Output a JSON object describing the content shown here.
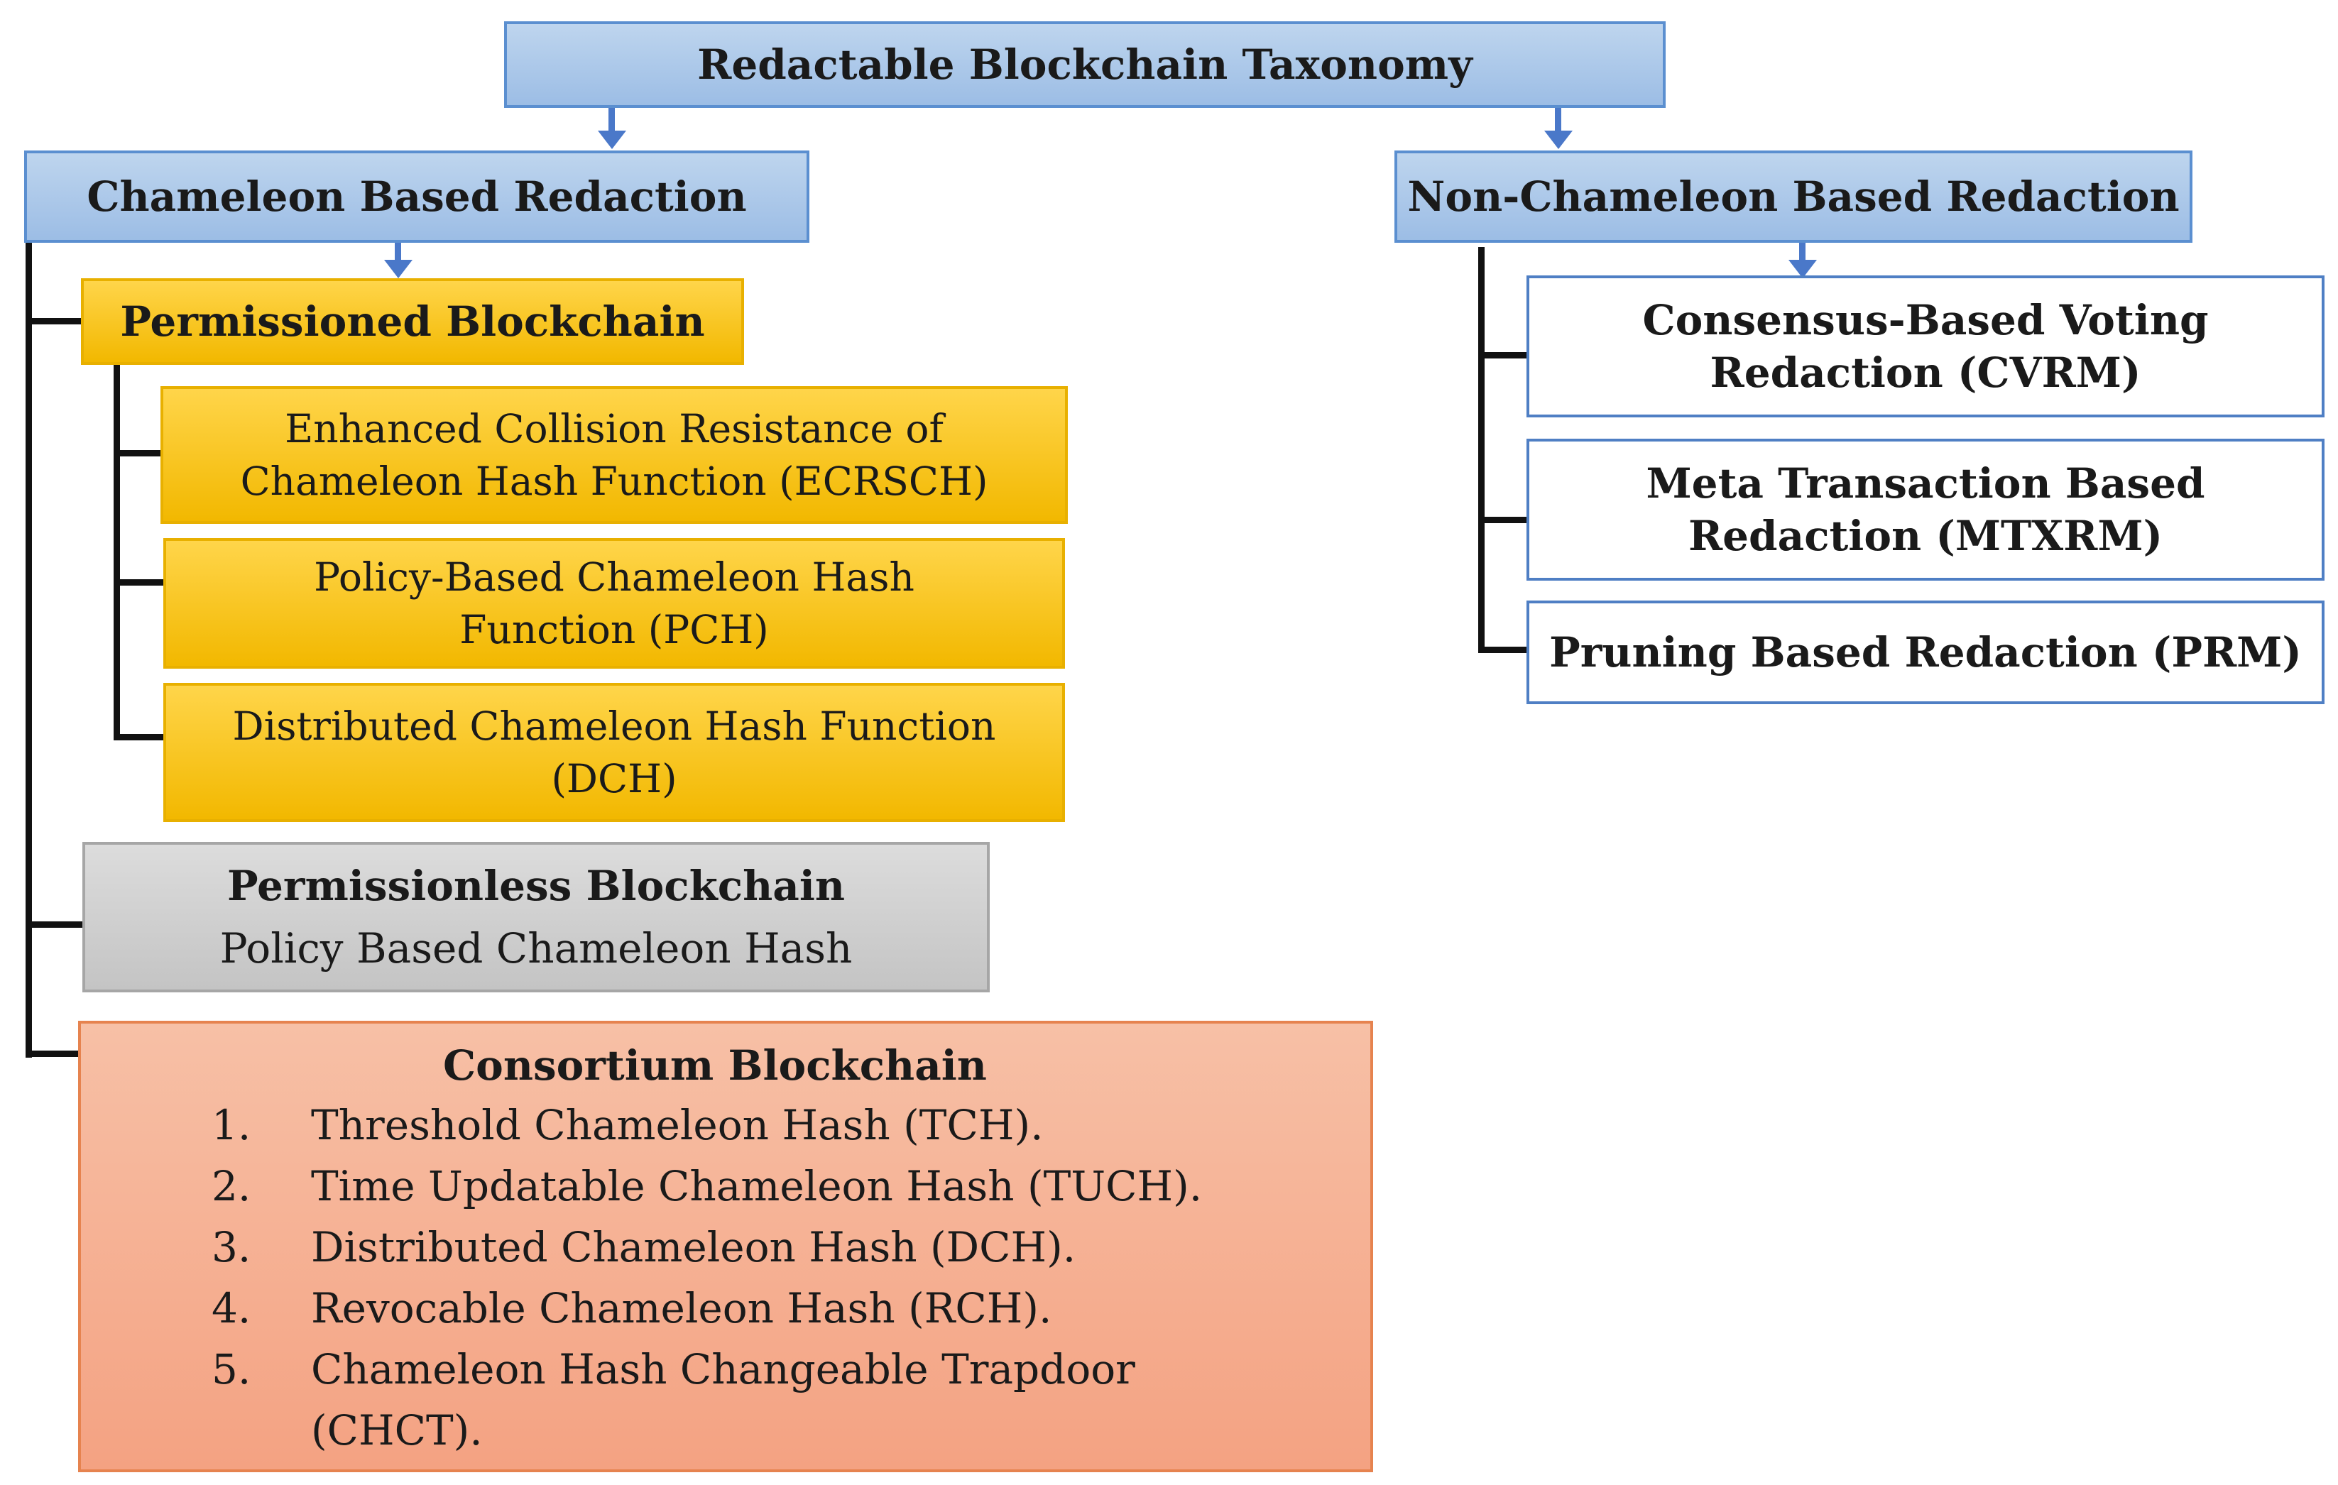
{
  "root": {
    "title": "Redactable Blockchain Taxonomy"
  },
  "chameleon": {
    "title": "Chameleon Based Redaction",
    "permissioned": {
      "title": "Permissioned Blockchain",
      "items": [
        {
          "line1": "Enhanced Collision Resistance of",
          "line2": "Chameleon Hash Function (ECRSCH)"
        },
        {
          "line1": "Policy-Based Chameleon Hash",
          "line2": "Function (PCH)"
        },
        {
          "line1": "Distributed Chameleon Hash Function",
          "line2": "(DCH)"
        }
      ]
    },
    "permissionless": {
      "title": "Permissionless Blockchain",
      "subtitle": "Policy Based Chameleon Hash"
    },
    "consortium": {
      "title": "Consortium Blockchain",
      "items": [
        {
          "num": "1.",
          "text": "Threshold Chameleon Hash (TCH)."
        },
        {
          "num": "2.",
          "text": "Time Updatable Chameleon Hash (TUCH)."
        },
        {
          "num": "3.",
          "text": "Distributed Chameleon Hash (DCH)."
        },
        {
          "num": "4.",
          "text": "Revocable Chameleon Hash (RCH)."
        },
        {
          "num": "5.",
          "text": "Chameleon Hash Changeable Trapdoor"
        },
        {
          "num": "",
          "text": "(CHCT)."
        }
      ]
    }
  },
  "non_chameleon": {
    "title": "Non-Chameleon Based Redaction",
    "items": [
      {
        "line1": "Consensus-Based Voting",
        "line2": "Redaction (CVRM)"
      },
      {
        "line1": "Meta Transaction Based",
        "line2": "Redaction (MTXRM)"
      },
      {
        "line1": "Pruning Based Redaction (PRM)",
        "line2": ""
      }
    ]
  },
  "colors": {
    "blue_box": "#9cbde5",
    "gold_box": "#f2b800",
    "gray_box": "#c4c4c4",
    "salmon_box": "#f4a282",
    "arrow": "#4a78c9"
  }
}
